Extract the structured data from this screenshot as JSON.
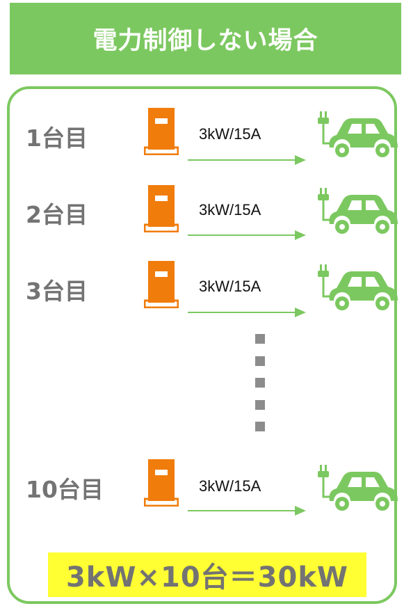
{
  "header": {
    "title": "電力制御しない場合"
  },
  "rows": [
    {
      "label": "1台目",
      "spec": "3kW/15A"
    },
    {
      "label": "2台目",
      "spec": "3kW/15A"
    },
    {
      "label": "3台目",
      "spec": "3kW/15A"
    },
    {
      "label": "10台目",
      "spec": "3kW/15A"
    }
  ],
  "total": "3kW×10台＝30kW",
  "colors": {
    "green": "#7cc860",
    "charger": "#f07c0c",
    "gray": "#737373",
    "highlight": "#ffff33"
  },
  "icons": [
    "charger-icon",
    "arrow-icon",
    "ev-car-icon",
    "ellipsis-dots"
  ]
}
